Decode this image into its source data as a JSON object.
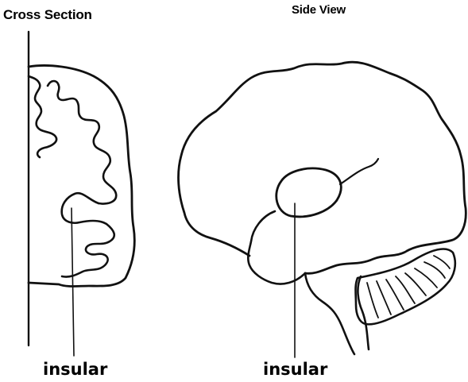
{
  "panels": {
    "cross_section": {
      "title": "Cross Section",
      "callout": "insular"
    },
    "side_view": {
      "title": "Side View",
      "callout": "insular"
    }
  },
  "colors": {
    "ink": "#111111",
    "background": "#ffffff"
  }
}
